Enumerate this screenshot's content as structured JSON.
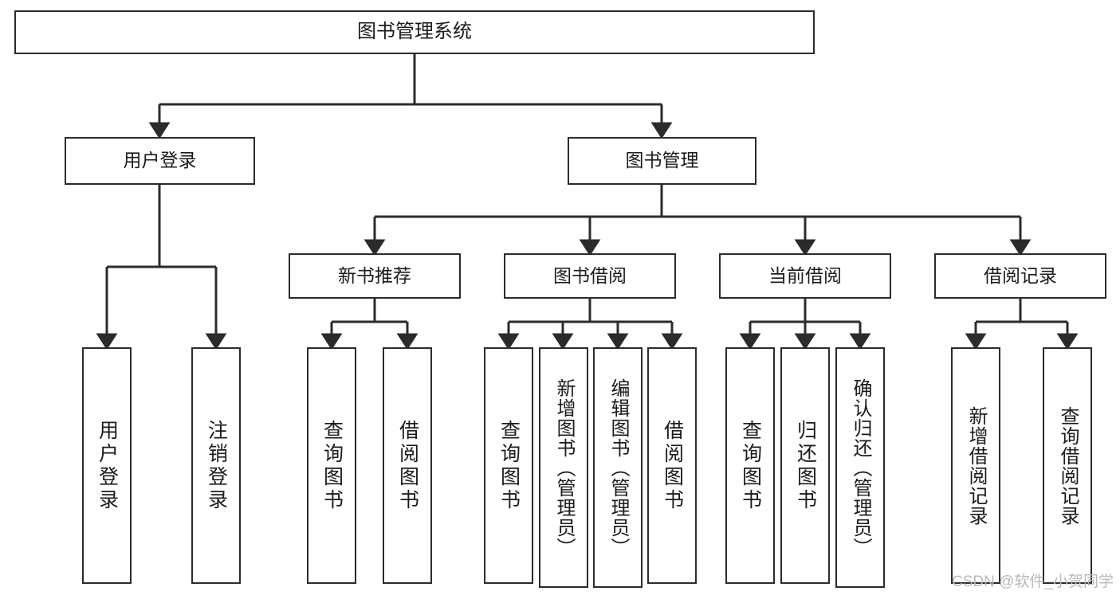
{
  "diagram": {
    "title": "图书管理系统",
    "watermark": "CSDN @软件_小贺同学",
    "theme": {
      "background": "#ffffff",
      "stroke": "#2b2b2b",
      "text": "#1b1b1b",
      "watermark_color": "#b9b9b9"
    },
    "levels": {
      "root": "图书管理系统",
      "level2": [
        "用户登录",
        "图书管理"
      ],
      "level3": [
        "新书推荐",
        "图书借阅",
        "当前借阅",
        "借阅记录"
      ]
    },
    "nodes": {
      "root": {
        "label": "图书管理系统"
      },
      "user_login": {
        "label": "用户登录"
      },
      "book_manage": {
        "label": "图书管理"
      },
      "new_book_rec": {
        "label": "新书推荐"
      },
      "book_borrow": {
        "label": "图书借阅"
      },
      "current_borrow": {
        "label": "当前借阅"
      },
      "borrow_record": {
        "label": "借阅记录"
      },
      "leaf_user_login": {
        "label": "用户登录"
      },
      "leaf_logout": {
        "label": "注销登录"
      },
      "leaf_query_book_1": {
        "label": "查询图书"
      },
      "leaf_borrow_book_1": {
        "label": "借阅图书"
      },
      "leaf_query_book_2": {
        "label": "查询图书"
      },
      "leaf_add_book": {
        "label": "新增图书（管理员）"
      },
      "leaf_edit_book": {
        "label": "编辑图书（管理员）"
      },
      "leaf_borrow_book_2": {
        "label": "借阅图书"
      },
      "leaf_query_book_3": {
        "label": "查询图书"
      },
      "leaf_return_book": {
        "label": "归还图书"
      },
      "leaf_confirm_return": {
        "label": "确认归还（管理员）"
      },
      "leaf_add_record": {
        "label": "新增借阅记录"
      },
      "leaf_query_record": {
        "label": "查询借阅记录"
      }
    },
    "edges": [
      {
        "from": "root",
        "to": "user_login"
      },
      {
        "from": "root",
        "to": "book_manage"
      },
      {
        "from": "user_login",
        "to": "leaf_user_login"
      },
      {
        "from": "user_login",
        "to": "leaf_logout"
      },
      {
        "from": "book_manage",
        "to": "new_book_rec"
      },
      {
        "from": "book_manage",
        "to": "book_borrow"
      },
      {
        "from": "book_manage",
        "to": "current_borrow"
      },
      {
        "from": "book_manage",
        "to": "borrow_record"
      },
      {
        "from": "new_book_rec",
        "to": "leaf_query_book_1"
      },
      {
        "from": "new_book_rec",
        "to": "leaf_borrow_book_1"
      },
      {
        "from": "book_borrow",
        "to": "leaf_query_book_2"
      },
      {
        "from": "book_borrow",
        "to": "leaf_add_book"
      },
      {
        "from": "book_borrow",
        "to": "leaf_edit_book"
      },
      {
        "from": "book_borrow",
        "to": "leaf_borrow_book_2"
      },
      {
        "from": "current_borrow",
        "to": "leaf_query_book_3"
      },
      {
        "from": "current_borrow",
        "to": "leaf_return_book"
      },
      {
        "from": "current_borrow",
        "to": "leaf_confirm_return"
      },
      {
        "from": "borrow_record",
        "to": "leaf_add_record"
      },
      {
        "from": "borrow_record",
        "to": "leaf_query_record"
      }
    ]
  }
}
